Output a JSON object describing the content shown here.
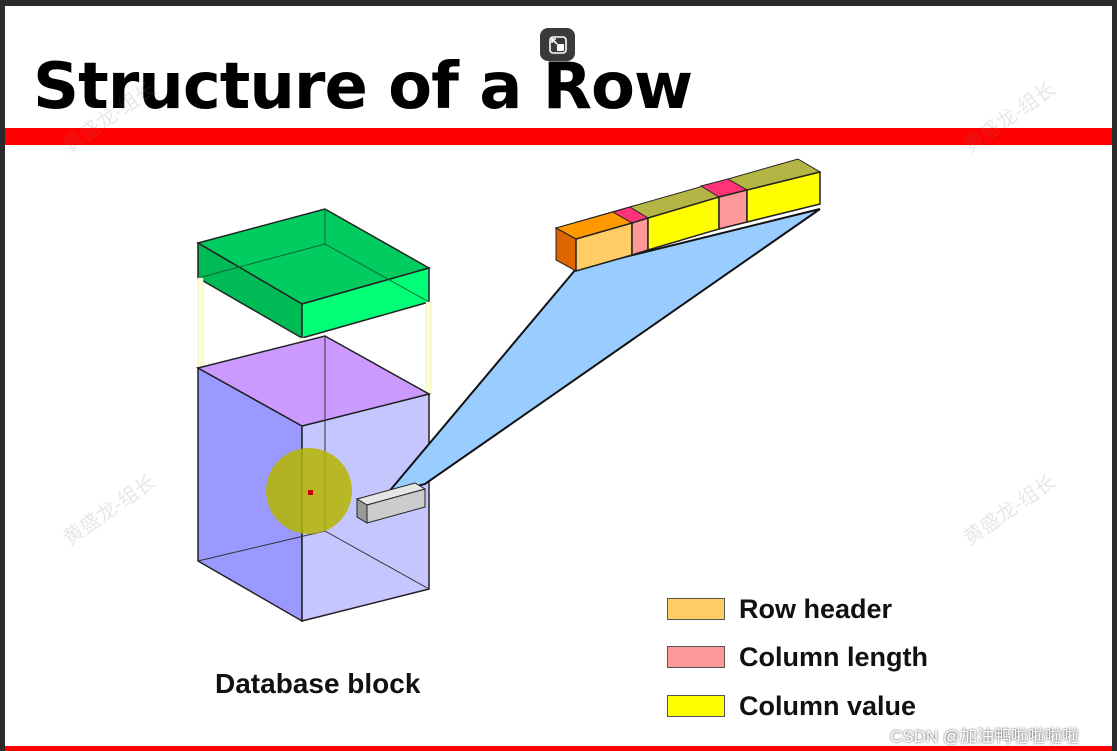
{
  "slide": {
    "title": "Structure of a Row",
    "block_caption": "Database block",
    "legend": [
      {
        "label": "Row header",
        "color": "#ffcc66"
      },
      {
        "label": "Column length",
        "color": "#ff9999"
      },
      {
        "label": "Column value",
        "color": "#ffff00"
      }
    ]
  },
  "watermark_text": "黄盛龙-组长",
  "credit_text": "CSDN @加油鸭啦啦啦啦",
  "icons": {
    "restore": "restore-icon"
  },
  "colors": {
    "title_bar": "#ff0000",
    "block_top_lid": "#00e06a",
    "block_body": "#b9b9ff",
    "block_top_face": "#cc99ff",
    "row_highlight": "#c8c800",
    "projection": "#99ccff",
    "row_segment_gray": "#cccccc"
  }
}
